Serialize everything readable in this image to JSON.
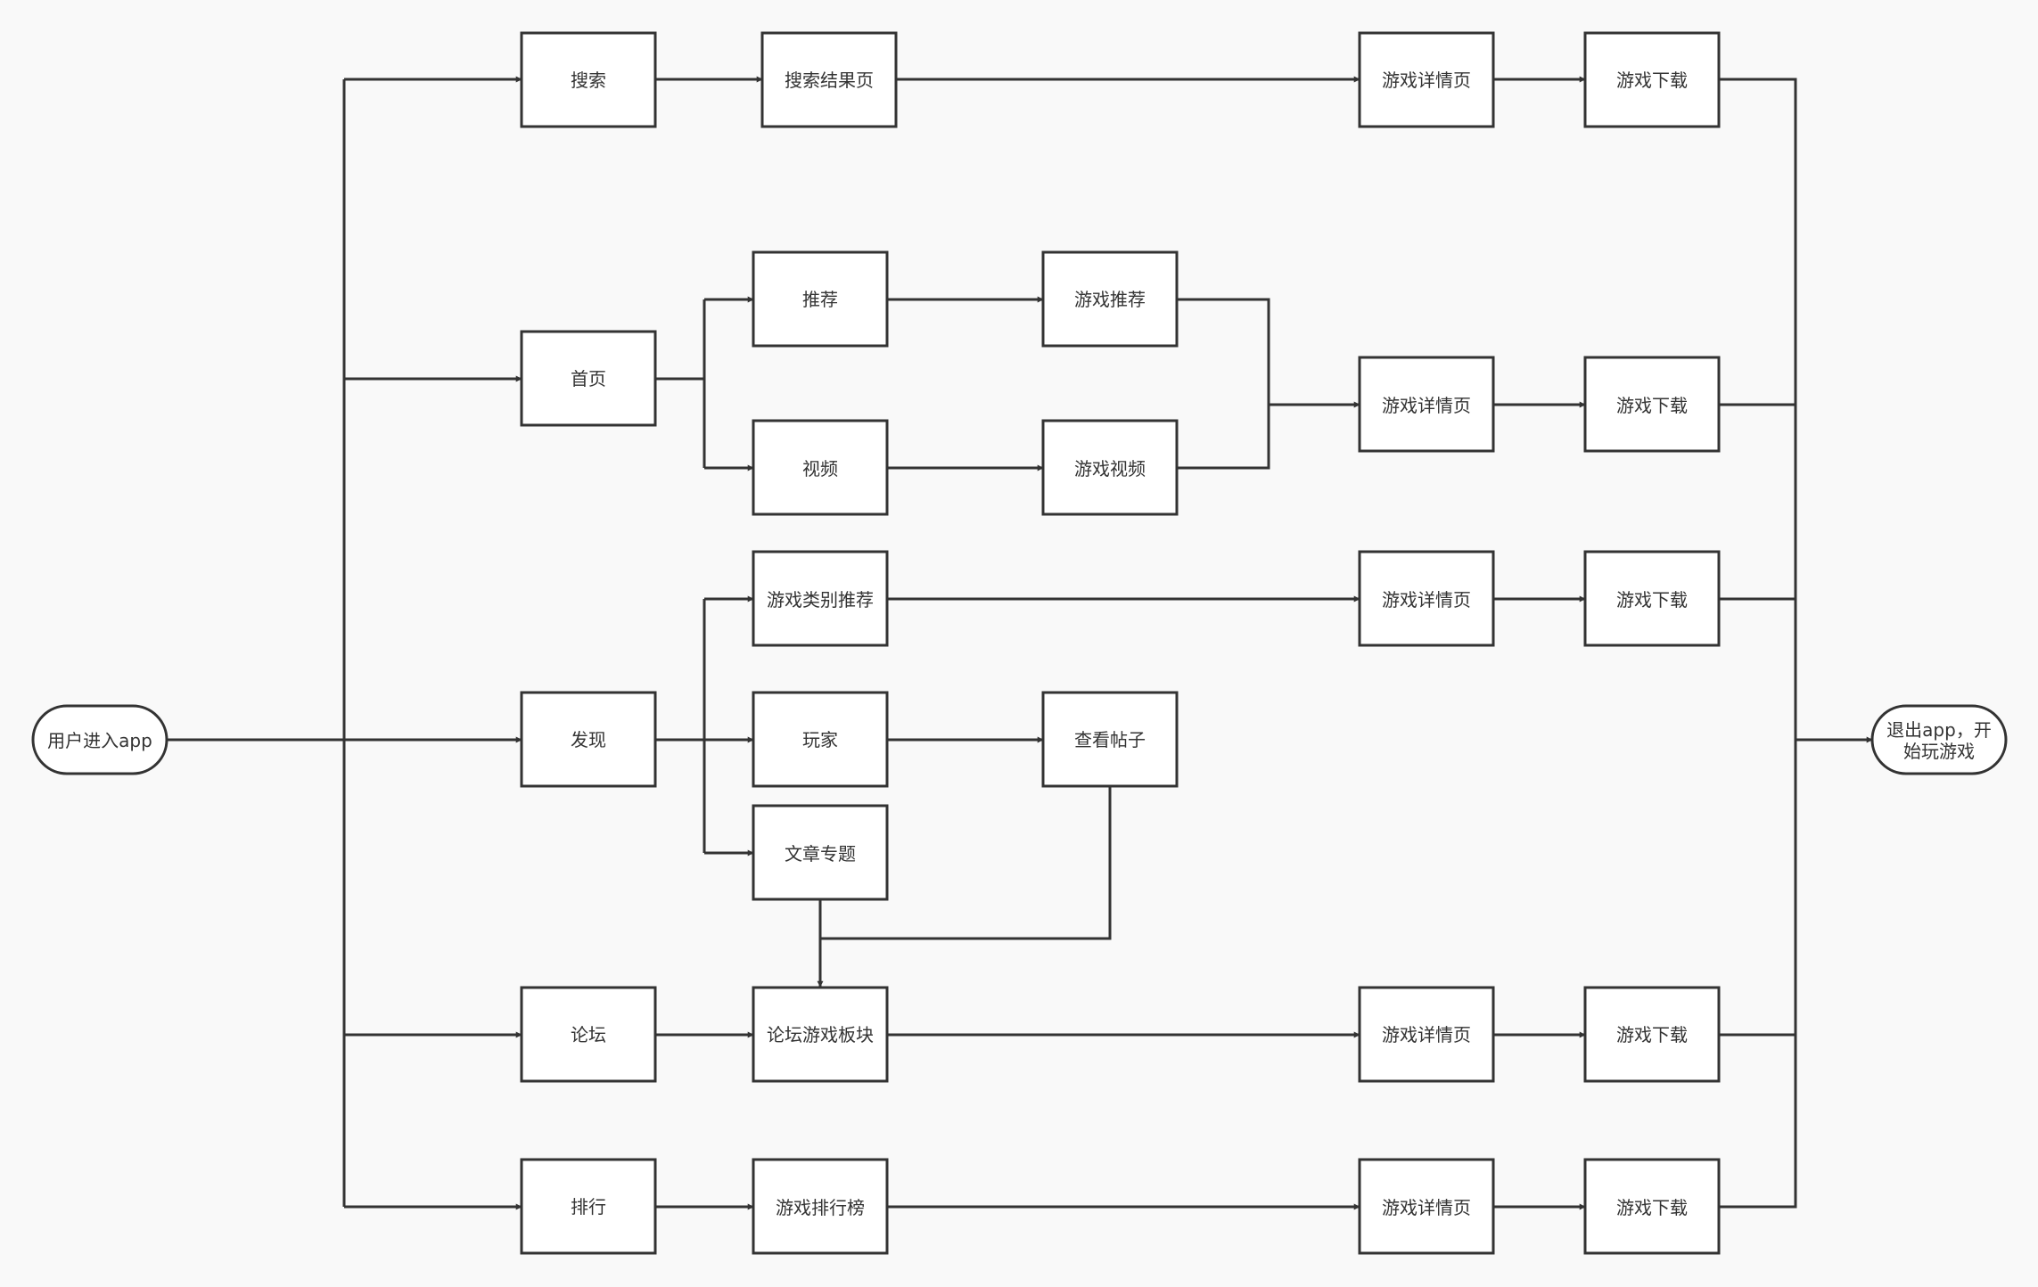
{
  "diagram": {
    "nodes": {
      "start": "用户进入app",
      "search": "搜索",
      "search_results": "搜索结果页",
      "home": "首页",
      "recommend": "推荐",
      "video": "视频",
      "game_recommend": "游戏推荐",
      "game_video": "游戏视频",
      "discover": "发现",
      "game_category": "游戏类别推荐",
      "player": "玩家",
      "view_posts": "查看帖子",
      "article_topic": "文章专题",
      "forum": "论坛",
      "forum_section": "论坛游戏板块",
      "ranking": "排行",
      "game_ranking": "游戏排行榜",
      "detail_1": "游戏详情页",
      "detail_2": "游戏详情页",
      "detail_3": "游戏详情页",
      "detail_4": "游戏详情页",
      "detail_5": "游戏详情页",
      "download_1": "游戏下载",
      "download_2": "游戏下载",
      "download_3": "游戏下载",
      "download_4": "游戏下载",
      "download_5": "游戏下载",
      "end_line1": "退出app，开",
      "end_line2": "始玩游戏"
    },
    "edges": [
      [
        "start",
        "search"
      ],
      [
        "start",
        "home"
      ],
      [
        "start",
        "discover"
      ],
      [
        "start",
        "forum"
      ],
      [
        "start",
        "ranking"
      ],
      [
        "search",
        "search_results"
      ],
      [
        "search_results",
        "detail_1"
      ],
      [
        "detail_1",
        "download_1"
      ],
      [
        "home",
        "recommend"
      ],
      [
        "home",
        "video"
      ],
      [
        "recommend",
        "game_recommend"
      ],
      [
        "video",
        "game_video"
      ],
      [
        "game_recommend",
        "detail_2"
      ],
      [
        "game_video",
        "detail_2"
      ],
      [
        "detail_2",
        "download_2"
      ],
      [
        "discover",
        "game_category"
      ],
      [
        "discover",
        "player"
      ],
      [
        "discover",
        "article_topic"
      ],
      [
        "game_category",
        "detail_3"
      ],
      [
        "detail_3",
        "download_3"
      ],
      [
        "player",
        "view_posts"
      ],
      [
        "view_posts",
        "forum_section"
      ],
      [
        "article_topic",
        "forum_section"
      ],
      [
        "forum",
        "forum_section"
      ],
      [
        "forum_section",
        "detail_4"
      ],
      [
        "detail_4",
        "download_4"
      ],
      [
        "ranking",
        "game_ranking"
      ],
      [
        "game_ranking",
        "detail_5"
      ],
      [
        "detail_5",
        "download_5"
      ],
      [
        "download_1",
        "end"
      ],
      [
        "download_2",
        "end"
      ],
      [
        "download_3",
        "end"
      ],
      [
        "download_4",
        "end"
      ],
      [
        "download_5",
        "end"
      ]
    ]
  }
}
